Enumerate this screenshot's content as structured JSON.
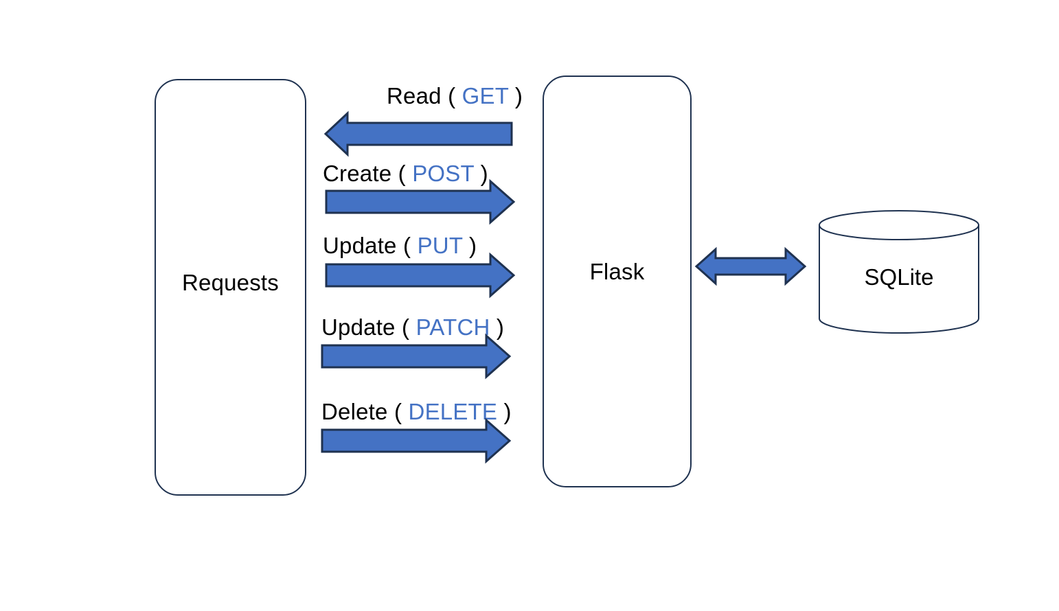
{
  "diagram": {
    "title": "Flask REST API CRUD architecture",
    "background_color": "#FFFFFF",
    "accent_color": "#4472C4",
    "outline_color": "#1F3250",
    "text_color": "#000000"
  },
  "nodes": {
    "client": {
      "label": "Requests",
      "shape": "rounded-rectangle"
    },
    "server": {
      "label": "Flask",
      "shape": "rounded-rectangle"
    },
    "database": {
      "label": "SQLite",
      "shape": "cylinder"
    }
  },
  "flows": [
    {
      "id": "read",
      "verb": "Read",
      "open_paren": "(",
      "method": "GET",
      "close_paren": ")",
      "direction": "server-to-client",
      "arrow": "left"
    },
    {
      "id": "create",
      "verb": "Create",
      "open_paren": "(",
      "method": "POST",
      "close_paren": ")",
      "direction": "client-to-server",
      "arrow": "right"
    },
    {
      "id": "update-put",
      "verb": "Update",
      "open_paren": "(",
      "method": "PUT",
      "close_paren": ")",
      "direction": "client-to-server",
      "arrow": "right"
    },
    {
      "id": "update-patch",
      "verb": "Update",
      "open_paren": "(",
      "method": "PATCH",
      "close_paren": ")",
      "direction": "client-to-server",
      "arrow": "right"
    },
    {
      "id": "delete",
      "verb": "Delete",
      "open_paren": "(",
      "method": "DELETE",
      "close_paren": ")",
      "direction": "client-to-server",
      "arrow": "right"
    }
  ],
  "db_link": {
    "id": "flask-sqlite-link",
    "direction": "bidirectional",
    "arrow": "double",
    "label": ""
  }
}
